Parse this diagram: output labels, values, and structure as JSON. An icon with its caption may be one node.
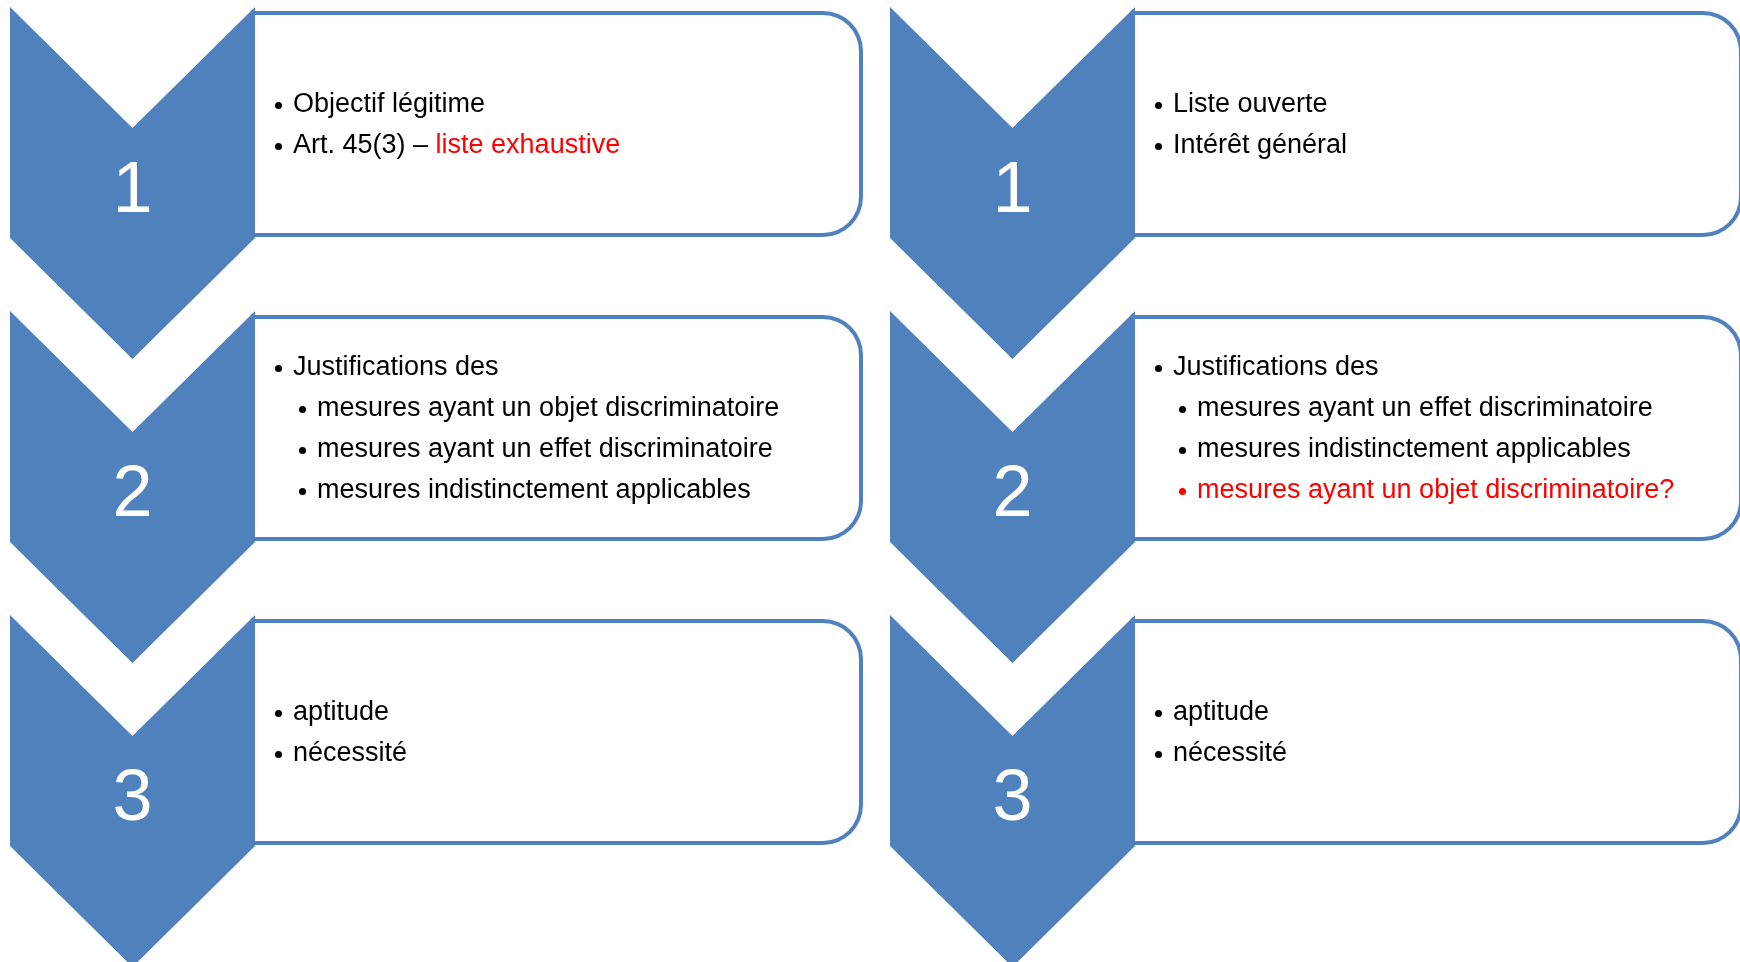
{
  "diagram": {
    "nodes": [
      {
        "text": [
          "1"
        ]
      },
      {
        "text": [
          "Objectif légitime",
          "Art. 45(3) – liste exhaustive"
        ]
      },
      {
        "text": [
          "2"
        ]
      },
      {
        "text": [
          "Justifications des",
          "mesures ayant un objet discriminatoire",
          "mesures ayant un effet discriminatoire",
          "mesures indistinctement applicables"
        ]
      },
      {
        "text": [
          "3"
        ]
      },
      {
        "text": [
          "aptitude",
          "nécessité"
        ]
      },
      {
        "text": [
          "1"
        ]
      },
      {
        "text": [
          "Liste ouverte",
          "Intérêt général"
        ]
      },
      {
        "text": [
          "2"
        ]
      },
      {
        "text": [
          "Justifications des",
          "mesures ayant un effet discriminatoire",
          "mesures indistinctement applicables",
          "mesures ayant un objet discriminatoire?"
        ]
      },
      {
        "text": [
          "3"
        ]
      },
      {
        "text": [
          "aptitude",
          "nécessité"
        ]
      }
    ]
  }
}
